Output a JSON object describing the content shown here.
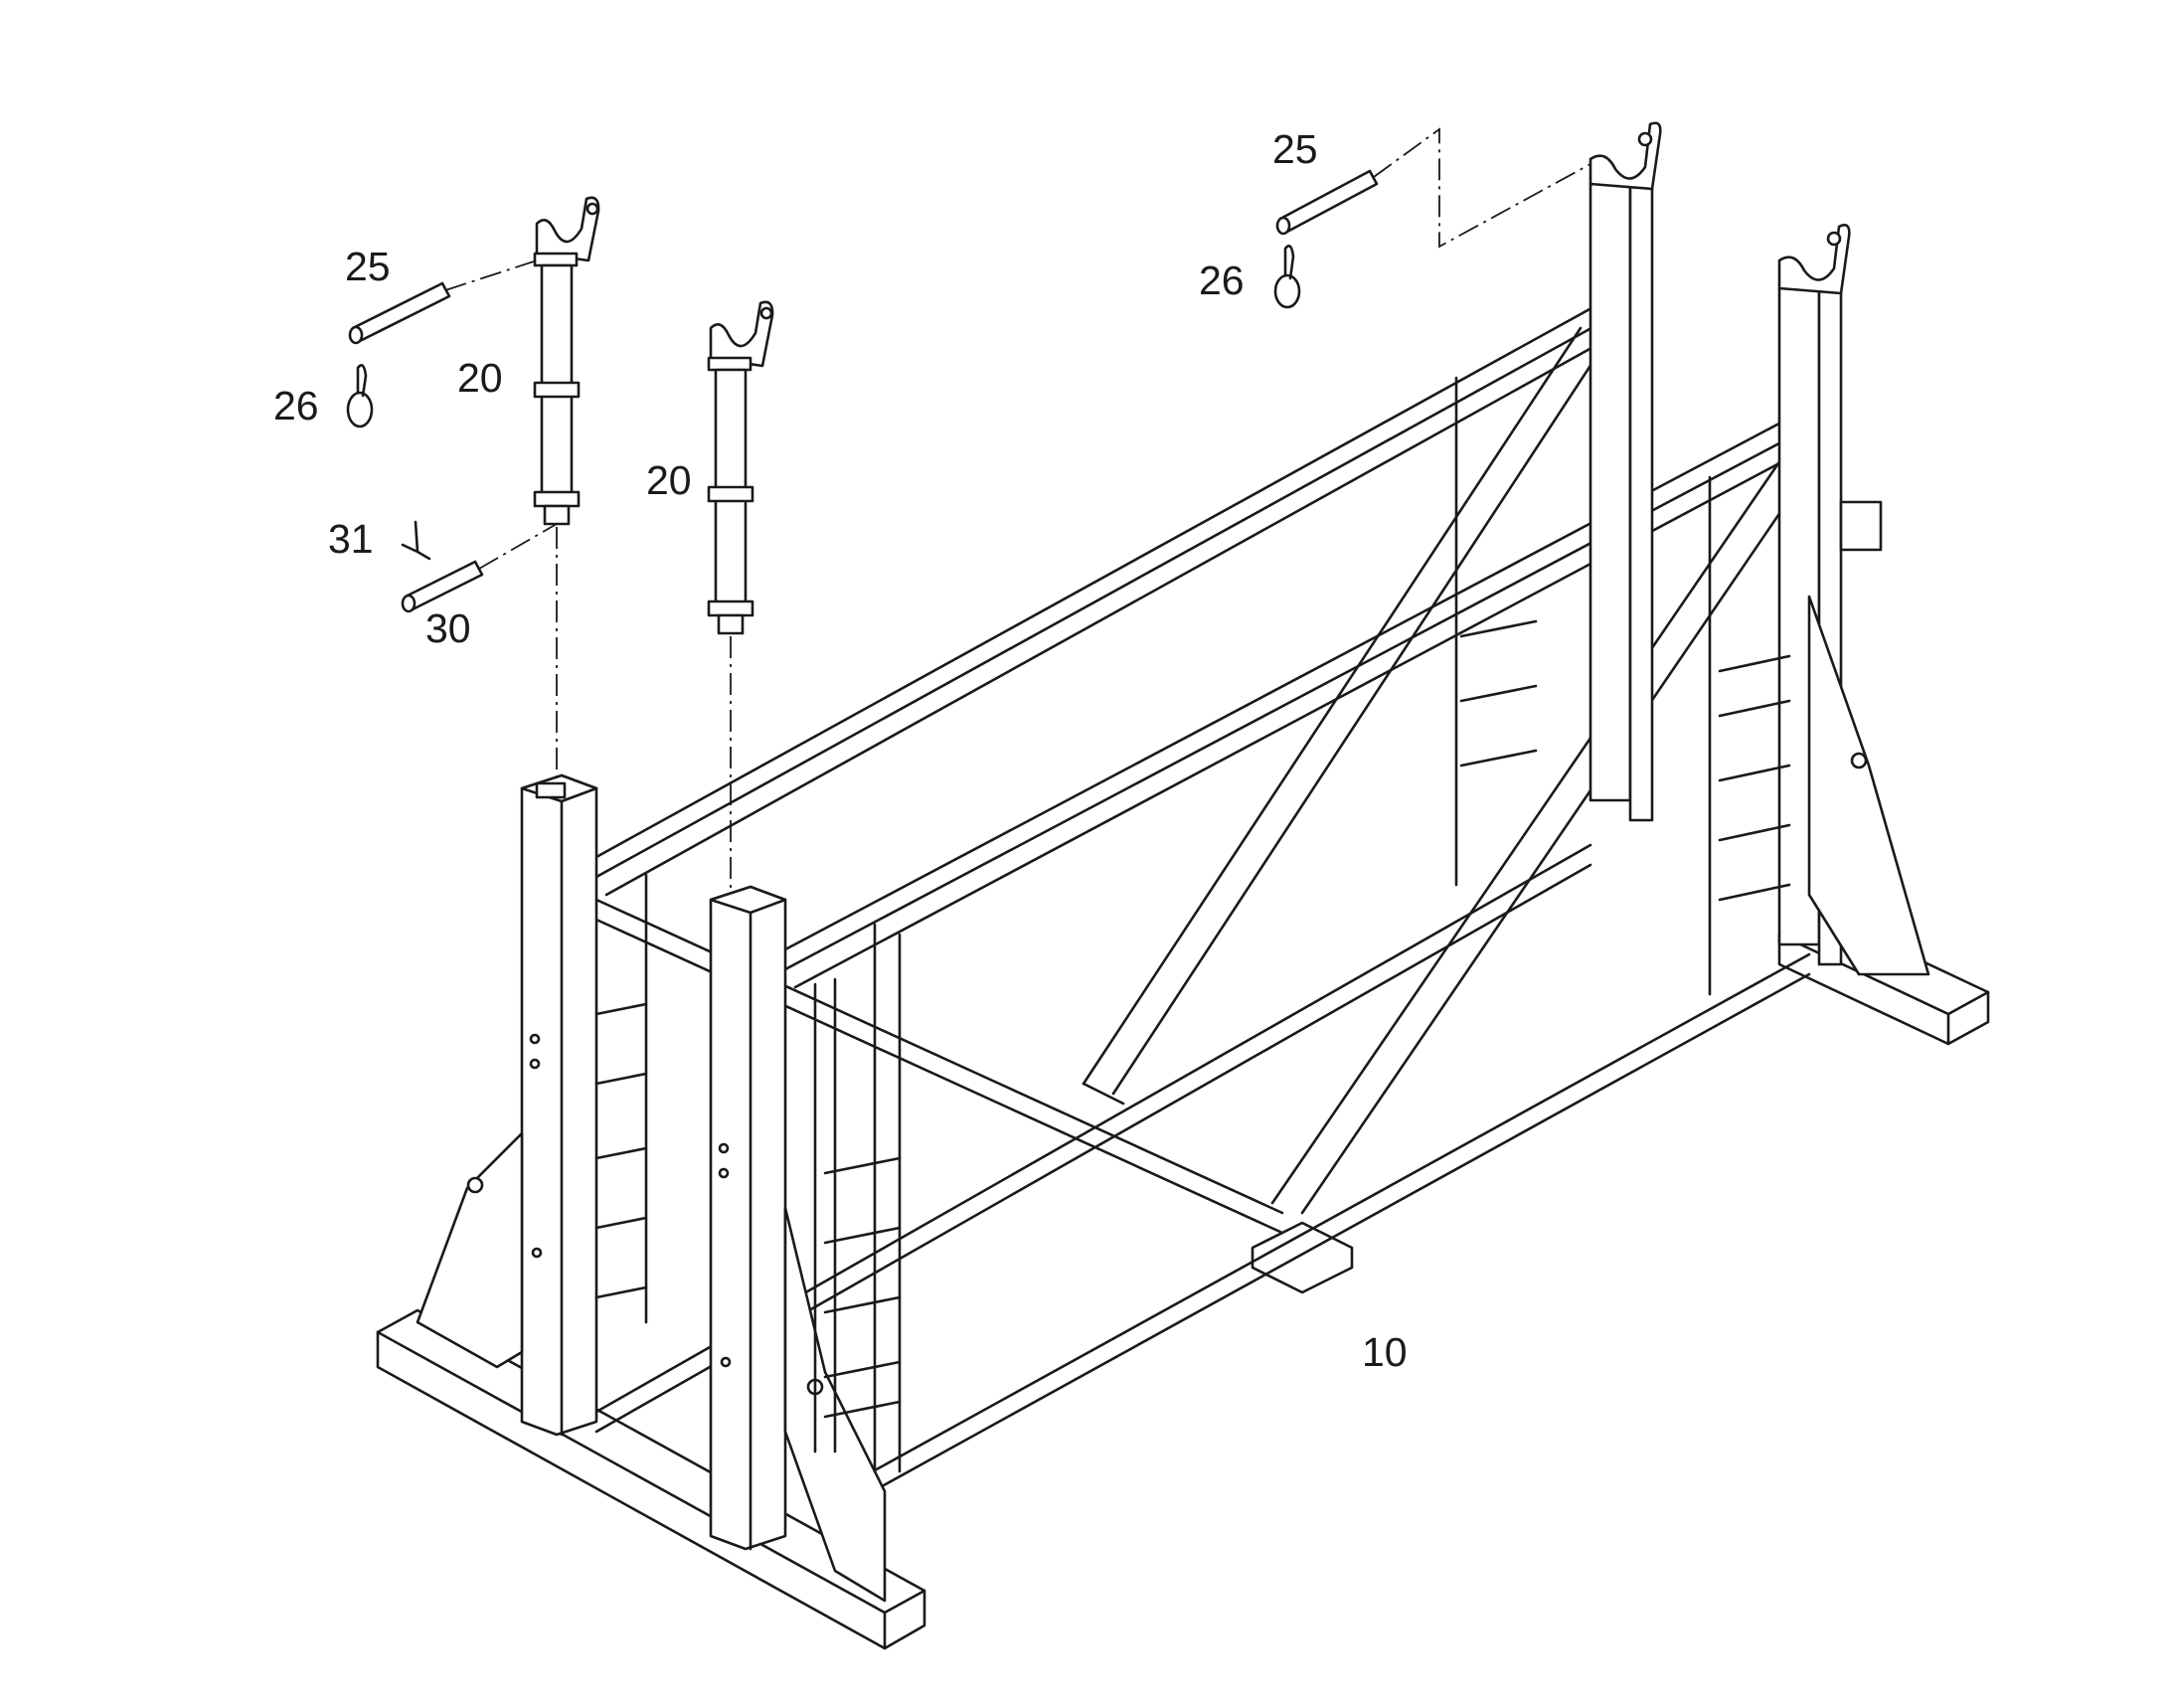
{
  "callouts": [
    {
      "id": "left-pin",
      "label": "25"
    },
    {
      "id": "left-clip",
      "label": "26"
    },
    {
      "id": "left-post",
      "label": "20"
    },
    {
      "id": "lock-pin",
      "label": "31"
    },
    {
      "id": "lower-pin",
      "label": "30"
    },
    {
      "id": "middle-post",
      "label": "20"
    },
    {
      "id": "right-pin",
      "label": "25"
    },
    {
      "id": "right-clip",
      "label": "26"
    },
    {
      "id": "rack-frame",
      "label": "10"
    }
  ]
}
